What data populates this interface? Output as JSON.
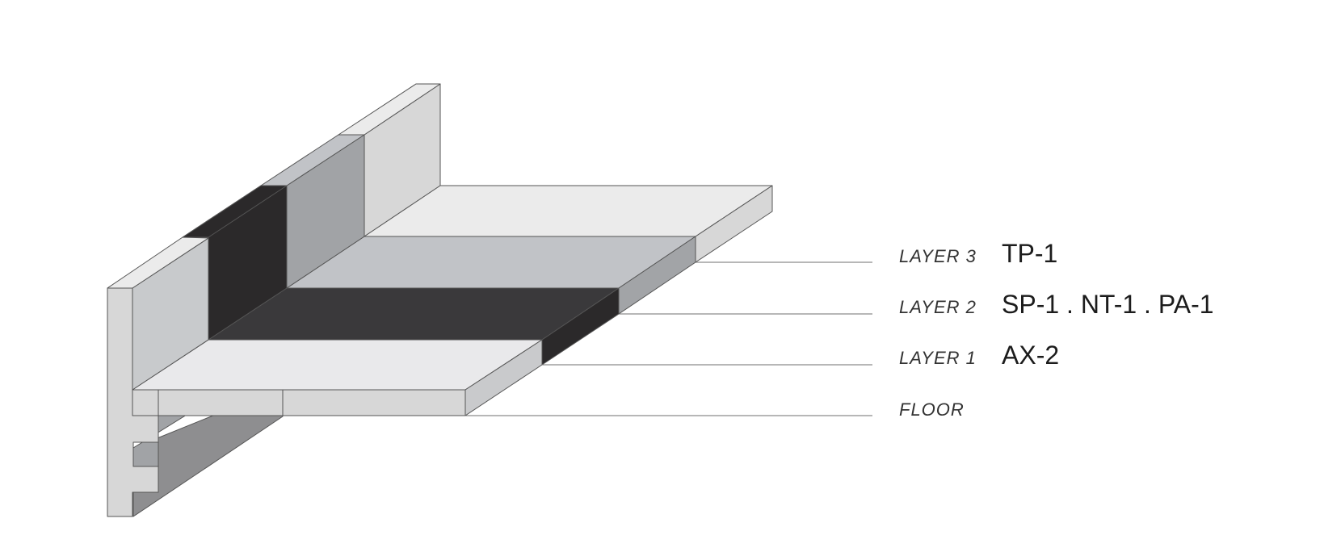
{
  "colors": {
    "background": "#ffffff",
    "concrete_light": "#d7d7d7",
    "concrete_top": "#ebebeb",
    "concrete_shadow": "#8e8e90",
    "layer1_top": "#e9e9eb",
    "layer1_side": "#c9cacc",
    "layer2_top": "#3a393b",
    "layer2_side": "#2b292a",
    "layer3_top": "#c1c3c7",
    "layer3_side": "#a2a4a7",
    "wall_layer3": "#a1a3a6",
    "wall_layer1": "#c8cacc",
    "line": "#6f6f6f"
  },
  "labels": [
    {
      "name": "LAYER 3",
      "code": "TP-1"
    },
    {
      "name": "LAYER 2",
      "code": "SP-1 . NT-1 . PA-1"
    },
    {
      "name": "LAYER 1",
      "code": "AX-2"
    },
    {
      "name": "FLOOR",
      "code": ""
    }
  ]
}
